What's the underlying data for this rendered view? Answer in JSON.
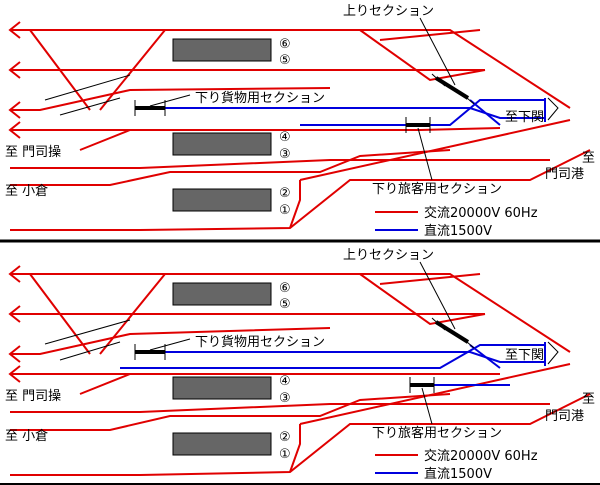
{
  "labels": {
    "nobori_section": "上りセクション",
    "kudari_freight_section": "下り貨物用セクション",
    "kudari_passenger_section": "下り旅客用セクション",
    "to_shimonoseki": "至下関",
    "to_mojiko_1": "至",
    "to_mojiko_2": "門司港",
    "to_mojisou": "至 門司操",
    "to_kokura": "至 小倉"
  },
  "legend": {
    "ac": "交流20000V 60Hz",
    "dc": "直流1500V"
  },
  "tracks": [
    "①",
    "②",
    "③",
    "④",
    "⑤",
    "⑥"
  ],
  "colors": {
    "ac": "#e00000",
    "dc": "#0000dd",
    "platform": "#666666"
  }
}
